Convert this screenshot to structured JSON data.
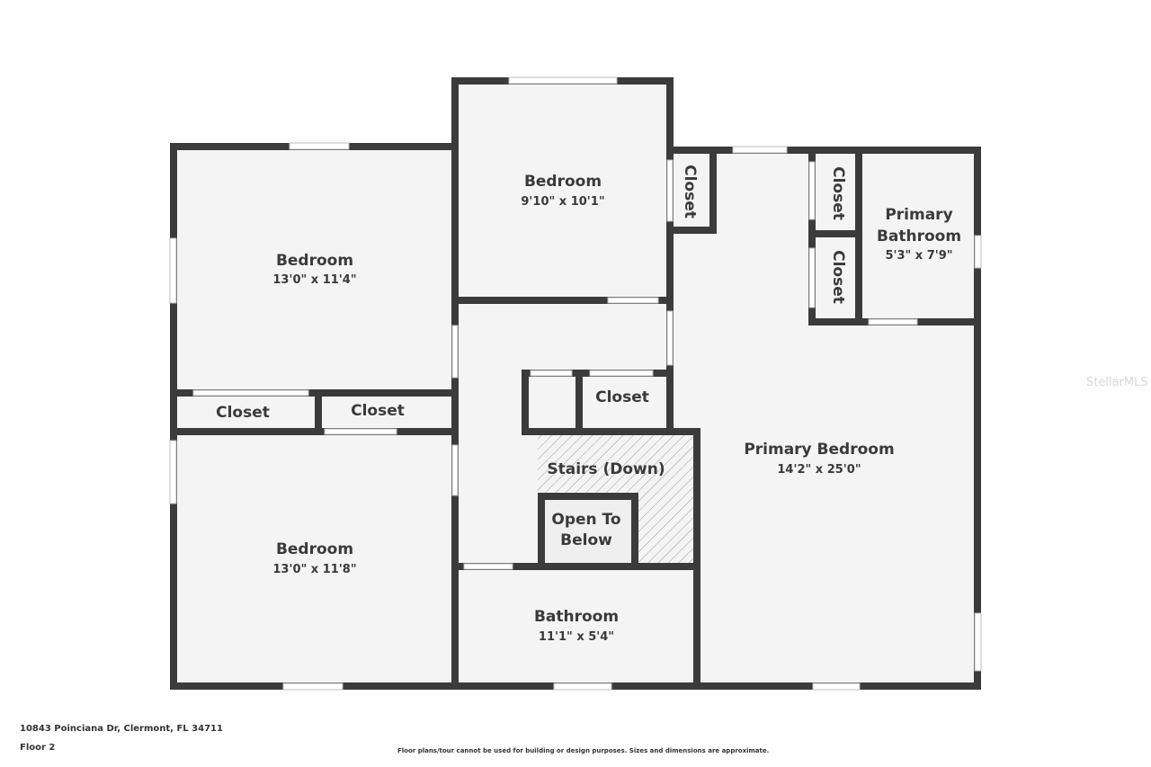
{
  "rooms": {
    "bedroom_top_left": {
      "name": "Bedroom",
      "dims": "13'0\" x 11'4\""
    },
    "bedroom_top_center": {
      "name": "Bedroom",
      "dims": "9'10\" x 10'1\""
    },
    "bedroom_bottom_left": {
      "name": "Bedroom",
      "dims": "13'0\" x 11'8\""
    },
    "primary_bathroom": {
      "name_line1": "Primary",
      "name_line2": "Bathroom",
      "dims": "5'3\" x 7'9\""
    },
    "primary_bedroom": {
      "name": "Primary Bedroom",
      "dims": "14'2\" x 25'0\""
    },
    "bathroom": {
      "name": "Bathroom",
      "dims": "11'1\" x 5'4\""
    },
    "closets": [
      "Closet",
      "Closet",
      "Closet",
      "Closet",
      "Closet",
      "Closet"
    ],
    "stairs": "Stairs (Down)",
    "open_to_below_line1": "Open To",
    "open_to_below_line2": "Below"
  },
  "colors": {
    "wall": "#3b3b3b",
    "floor": "#f4f4f4",
    "text": "#3a3a3a"
  },
  "footer": {
    "address": "10843 Poinciana Dr, Clermont, FL 34711",
    "floor": "Floor 2",
    "disclaimer": "Floor plans/tour cannot be used for building or design purposes. Sizes and dimensions are approximate."
  },
  "watermark": "StellarMLS"
}
